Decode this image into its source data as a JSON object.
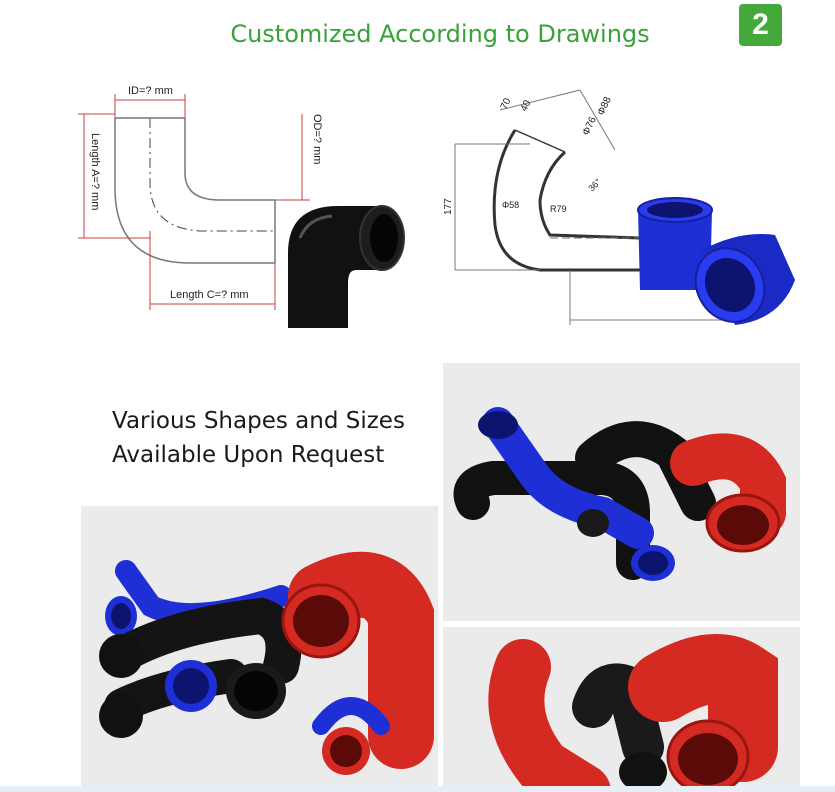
{
  "header": {
    "title": "Customized According to Drawings",
    "page_number": "2"
  },
  "drawing_left": {
    "id_label": "ID=? mm",
    "od_label": "OD=? mm",
    "length_a_label": "Length A=? mm",
    "length_c_label": "Length C=? mm"
  },
  "drawing_right": {
    "dim_70": "70",
    "dim_40": "40",
    "dim_d88": "Φ88",
    "dim_d76": "Φ76",
    "dim_177": "177",
    "dim_d58": "Φ58",
    "dim_r79": "R79",
    "dim_36": "36°"
  },
  "tagline": {
    "line1": "Various Shapes and Sizes",
    "line2": "Available Upon Request"
  },
  "colors": {
    "accent_green": "#3aa23a",
    "hose_blue": "#1e2fd6",
    "hose_red": "#d42a22",
    "hose_black": "#141414"
  }
}
